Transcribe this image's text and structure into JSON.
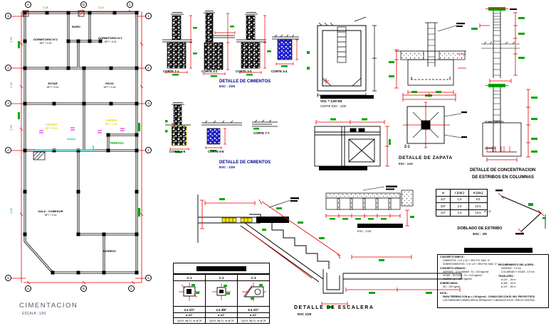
{
  "drawing": {
    "title": "CIMENTACION",
    "scale": "ESCALA : 1/50"
  },
  "plan": {
    "grid_top": [
      "A",
      "B",
      "C"
    ],
    "grid_bottom": [
      "A",
      "B",
      "C"
    ],
    "grid_left": [
      "1",
      "2",
      "3",
      "4",
      "5"
    ],
    "grid_right": [
      "1",
      "2",
      "3",
      "4",
      "5"
    ],
    "dims": {
      "top1": "3.25",
      "top2": "3.10",
      "left1": "3.30",
      "left2": "2.05",
      "left3": "2.60",
      "left4": "3.85"
    },
    "rooms": {
      "dorm2": {
        "name": "DORMITORIO N°2",
        "npt": "NPT + 0.15"
      },
      "banio": {
        "name": "BAÑO",
        "npt": "NPT + 0.15"
      },
      "dorm1": {
        "name": "DORMITORIO N°1",
        "npt": "NPT + 0.15"
      },
      "estar": {
        "name": "ESTAR",
        "npt": "NPT + 0.15"
      },
      "patio": {
        "name": "PATIO",
        "npt": "NPT + 0.15"
      },
      "cocina": {
        "name": "COCINA",
        "npt": "NPT + 0.15"
      },
      "jardin": {
        "name": "JARDIN",
        "npt": "NPT + 0.15"
      },
      "terraza": {
        "name": "TERRAZA"
      },
      "sala": {
        "name": "SALA - COMEDOR",
        "npt": "NPT + 0.15"
      },
      "ingreso": {
        "name": "INGRESO"
      }
    }
  },
  "cimientos1": {
    "c1": "CORTE 1-1",
    "c2": "CORTE 2-2",
    "c3": "CORTE 3-3",
    "c4": "CORTE 4-4",
    "title": "DETALLE DE CIMIENTOS",
    "scale": "ESC : 1/25"
  },
  "cimientos2": {
    "c5": "CORTE 5-5",
    "c6": "CORTE 6-6",
    "c7": "CORTE 7-7",
    "title": "DETALLE DE CIMIENTOS",
    "scale": "ESC : 1/25"
  },
  "tanque": {
    "vol": "VOL = 3.90 M3",
    "scale_line": "CORTE   ESC : 1/25"
  },
  "zapata": {
    "mark": "Z-1",
    "title": "DETALLE DE ZAPATA",
    "scale": "ESC : 1/25"
  },
  "estribos": {
    "title1": "DETALLE DE CONCENTRACION",
    "title2": "DE ESTRIBOS EN COLUMNAS",
    "sobrecimiento": "SOBRECIMIENTO",
    "cimiento": "CIMIENTO"
  },
  "escalera": {
    "title": "DETALLE DE ESCALERA",
    "scale": "ESC 1/25"
  },
  "viga": {
    "scale": "ESC : 1/25"
  },
  "doblado": {
    "line1": "DOBLADO DE ESTRIBO",
    "line2": "ESC : 1/5",
    "dia": "ø 1/4\""
  },
  "columnas_tabla": {
    "h1": "C-1",
    "h2": "C-2",
    "h3": "C-3",
    "r1": "4 ø 1/2\"",
    "r2": "4 ø 3/8\"",
    "r3": "6 ø 1/2\"",
    "e1": "ø 1/4\"",
    "e2": "1@.05, 5@.10, rto @.25"
  },
  "dobleces_tabla": {
    "h_d": "ø",
    "h_r": "r (cm.)",
    "h_e": "e (cm.)",
    "rows": [
      [
        "1/4\"",
        "1.5",
        "6.5"
      ],
      [
        "3/8\"",
        "2.0",
        "10.5"
      ],
      [
        "1/2\"",
        "2.4",
        "13.5"
      ]
    ]
  },
  "especificaciones": {
    "left": [
      "CONCRETO SIMPLE :",
      "CIMIENTOS : C:H 1:10 + 30% P.G. MAX. 6\"",
      "SOBRECIMIENTOS : C:H 1:8 + 25% P.M. MAX. 3\"",
      "CONCRETO ARMADO :",
      "ZAPATAS - COLUMNAS : f'c = 210 kg/cm2",
      "VIGAS - TECHOS : f'c = 210 kg/cm2",
      "ACERO : fy = 4200 kg/cm2",
      "SOBRECARGA :",
      "S/C : 200 kg/m2"
    ],
    "right": [
      "RECUBRIMIENTO DEL ACERO :",
      "ZAPATAS : 7.5 cm",
      "COLUMNAS Y VIGAS : 2.5 cm",
      "TRASLAPES :",
      "ø 1/4\" - .30 m",
      "ø 3/8\" - .40 m",
      "ø 1/2\" - .50 m"
    ],
    "nota": [
      "NOTA :",
      "PARA TERRENO CON qt = 1.00 kg/cm2 - CONSULTAR CON EL ING. PROYECTISTA",
      "LOS EMPALMES DEBEN SER ALTERNADOS Y UBICADOS EN EL TERCIO CENTRAL"
    ]
  },
  "colors": {
    "dimension": "#e60000",
    "dim_text": "#00a800",
    "concrete_blue": "#2020cc",
    "highlight_yellow": "#f7e600",
    "aux_cyan": "#00d8d8",
    "aux_magenta": "#e000e0",
    "title_gray": "#4e5a66",
    "title_navy": "#00008b"
  }
}
